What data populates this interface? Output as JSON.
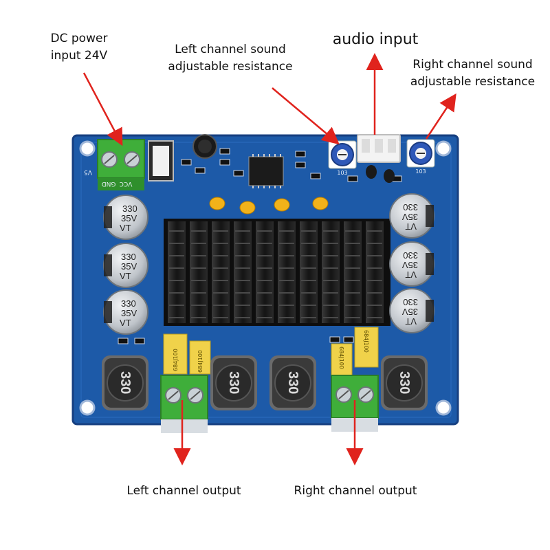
{
  "labels": {
    "dc_power": [
      "DC power",
      "input 24V"
    ],
    "left_volume": [
      "Left channel sound",
      "adjustable resistance"
    ],
    "audio_input": "audio input",
    "right_volume": [
      "Right channel sound",
      "adjustable resistance"
    ],
    "left_output": "Left channel output",
    "right_output": "Right channel output"
  },
  "board": {
    "capacitor_marks": [
      "330",
      "35V",
      "VT"
    ],
    "inductor_mark": "330",
    "small_cap_mark": "684J100",
    "pot_mark": "103",
    "pad_marks": [
      "VCC",
      "GND"
    ],
    "board_tag": "V5"
  },
  "colors": {
    "pcb": "#1d5aa8",
    "pcb_dark": "#163f80",
    "terminal": "#3fae3a",
    "arrow": "#e0231d",
    "heatsink": "#1c1c1c",
    "capacitor": "#cfd3d8",
    "inductor": "#3a3a3a",
    "film_cap": "#f0d24a",
    "smd_cap": "#f2b21a"
  }
}
